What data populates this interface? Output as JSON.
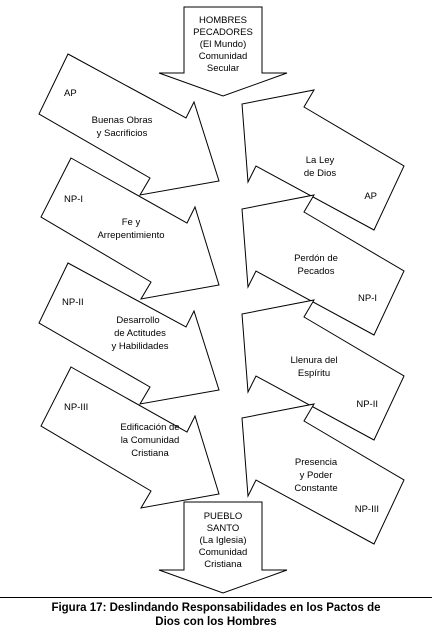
{
  "top_arrow": {
    "lines": [
      "HOMBRES",
      "PECADORES",
      "(El Mundo)",
      "Comunidad",
      "Secular"
    ]
  },
  "bottom_arrow": {
    "lines": [
      "PUEBLO",
      "SANTO",
      "(La Iglesia)",
      "Comunidad",
      "Cristiana"
    ]
  },
  "left_arrows": [
    {
      "tag": "AP",
      "lines": [
        "Buenas Obras",
        "y Sacrificios"
      ]
    },
    {
      "tag": "NP-I",
      "lines": [
        "Fe y",
        "Arrepentimiento"
      ]
    },
    {
      "tag": "NP-II",
      "lines": [
        "Desarrollo",
        "de Actitudes",
        "y Habilidades"
      ]
    },
    {
      "tag": "NP-III",
      "lines": [
        "Edificación de",
        "la Comunidad",
        "Cristiana"
      ]
    }
  ],
  "right_arrows": [
    {
      "tag": "AP",
      "lines": [
        "La Ley",
        "de Dios"
      ]
    },
    {
      "tag": "NP-I",
      "lines": [
        "Perdón de",
        "Pecados"
      ]
    },
    {
      "tag": "NP-II",
      "lines": [
        "Llenura del",
        "Espíritu"
      ]
    },
    {
      "tag": "NP-III",
      "lines": [
        "Presencia",
        "y Poder",
        "Constante"
      ]
    }
  ],
  "caption": {
    "line1": "Figura 17: Deslindando Responsabilidades en los Pactos de",
    "line2": "Dios con los Hombres"
  }
}
